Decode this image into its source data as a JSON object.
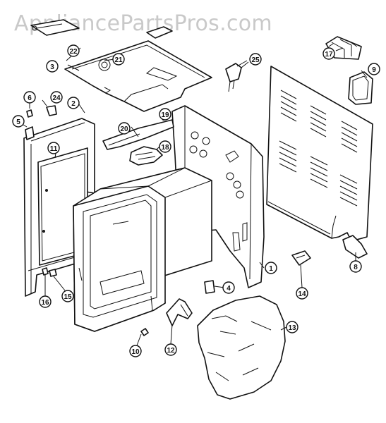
{
  "watermark": "AppliancePartsPros.com",
  "callouts": [
    {
      "id": "1",
      "label": "1"
    },
    {
      "id": "2",
      "label": "2"
    },
    {
      "id": "3",
      "label": "3"
    },
    {
      "id": "4",
      "label": "4"
    },
    {
      "id": "5",
      "label": "5"
    },
    {
      "id": "6",
      "label": "6"
    },
    {
      "id": "8",
      "label": "8"
    },
    {
      "id": "9",
      "label": "9"
    },
    {
      "id": "10",
      "label": "10"
    },
    {
      "id": "11",
      "label": "11"
    },
    {
      "id": "12",
      "label": "12"
    },
    {
      "id": "13",
      "label": "13"
    },
    {
      "id": "14",
      "label": "14"
    },
    {
      "id": "15",
      "label": "15"
    },
    {
      "id": "16",
      "label": "16"
    },
    {
      "id": "17",
      "label": "17"
    },
    {
      "id": "18",
      "label": "18"
    },
    {
      "id": "19",
      "label": "19"
    },
    {
      "id": "20",
      "label": "20"
    },
    {
      "id": "21",
      "label": "21"
    },
    {
      "id": "22",
      "label": "22"
    },
    {
      "id": "24",
      "label": "24"
    },
    {
      "id": "25",
      "label": "25"
    }
  ]
}
